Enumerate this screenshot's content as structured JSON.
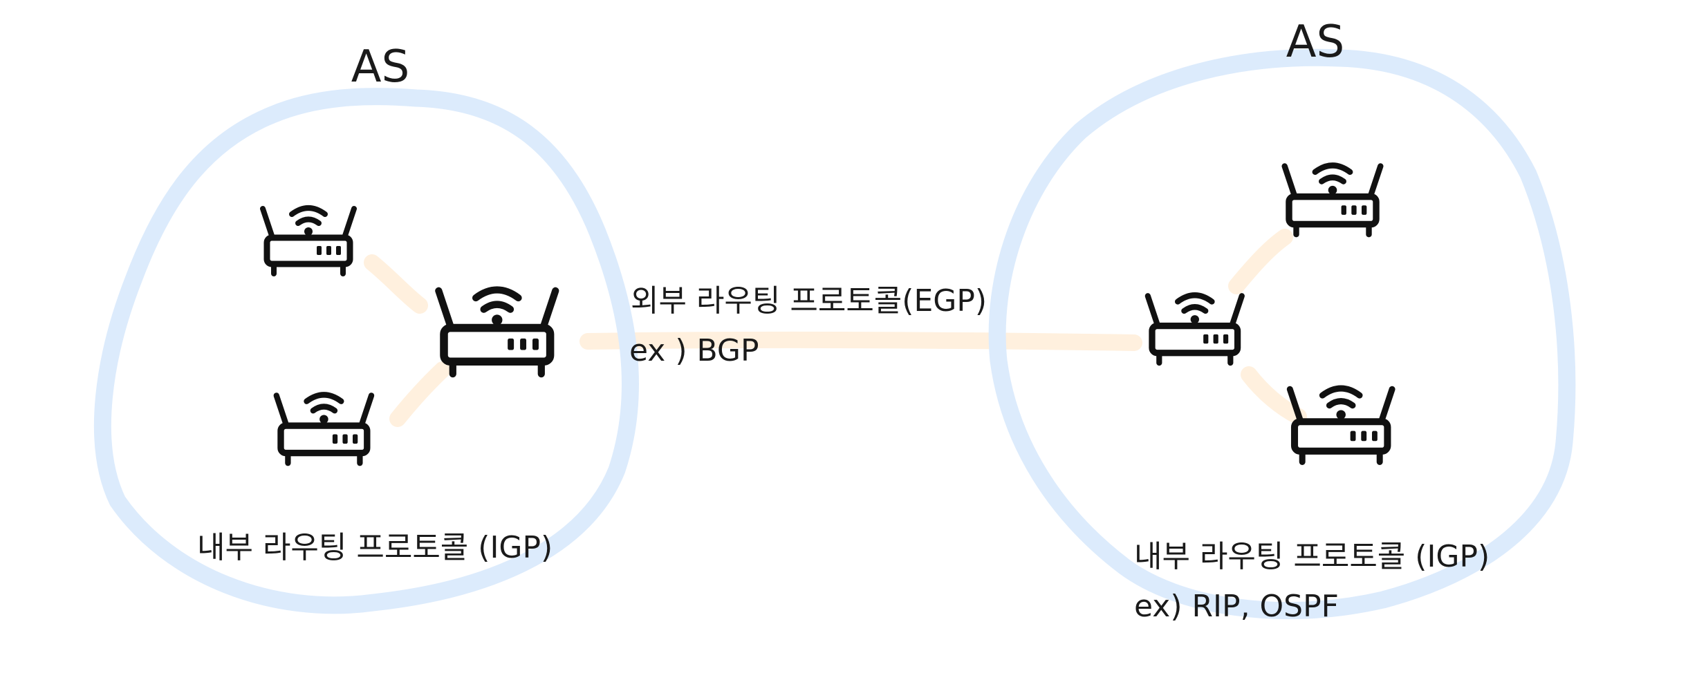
{
  "left_as": {
    "title": "AS",
    "protocol": "내부 라우팅 프로토콜 (IGP)"
  },
  "right_as": {
    "title": "AS",
    "protocol": "내부 라우팅 프로토콜 (IGP)",
    "example": "ex) RIP, OSPF"
  },
  "egp": {
    "protocol": "외부 라우팅 프로토콜(EGP)",
    "example": "ex ) BGP"
  },
  "colors": {
    "as_ring": "#dcebfc",
    "link": "#fff0de",
    "ink": "#111111"
  }
}
